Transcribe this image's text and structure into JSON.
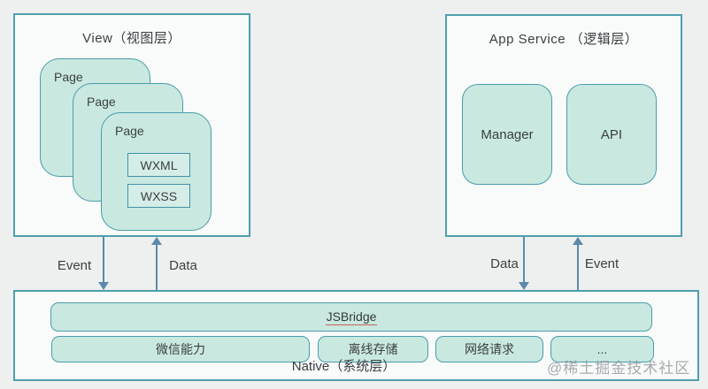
{
  "view_layer": {
    "title": "View（视图层）",
    "pages": [
      "Page",
      "Page",
      "Page"
    ],
    "files": [
      "WXML",
      "WXSS"
    ]
  },
  "app_service_layer": {
    "title": "App Service （逻辑层）",
    "modules": [
      "Manager",
      "API"
    ]
  },
  "arrows": {
    "left_down_label": "Event",
    "left_up_label": "Data",
    "right_down_label": "Data",
    "right_up_label": "Event"
  },
  "native_layer": {
    "title": "Native（系统层）",
    "bridge_label": "JSBridge",
    "capabilities": [
      "微信能力",
      "离线存储",
      "网络请求",
      "..."
    ]
  },
  "watermark": "@稀土掘金技术社区",
  "colors": {
    "card_fill": "#c9e8e0",
    "card_border": "#4a9dac",
    "container_border": "#4e9fae",
    "arrow": "#5d89aa",
    "bridge_underline": "#c4605a",
    "background": "#eef0ef"
  }
}
